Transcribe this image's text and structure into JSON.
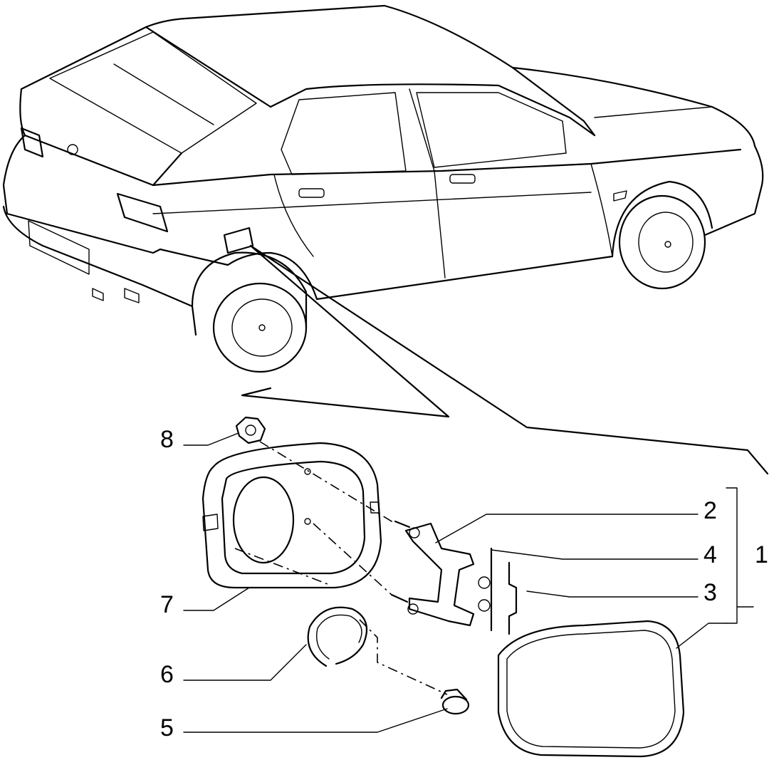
{
  "callouts": [
    {
      "id": "8",
      "label": "8"
    },
    {
      "id": "7",
      "label": "7"
    },
    {
      "id": "6",
      "label": "6"
    },
    {
      "id": "5",
      "label": "5"
    },
    {
      "id": "2",
      "label": "2"
    },
    {
      "id": "4",
      "label": "4"
    },
    {
      "id": "3",
      "label": "3"
    },
    {
      "id": "1",
      "label": "1"
    }
  ]
}
